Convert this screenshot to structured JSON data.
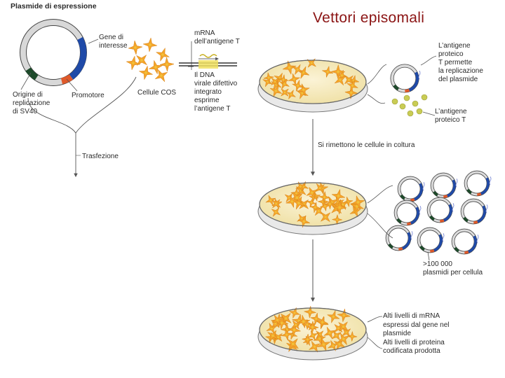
{
  "title": "Vettori episomali",
  "labels": {
    "plasmid_title": "Plasmide di espressione",
    "gene": [
      "Gene di",
      "interesse"
    ],
    "origin": [
      "Origine di",
      "replicazione",
      "di SV40"
    ],
    "promoter": "Promotore",
    "cos_cells": "Cellule COS",
    "mrna": [
      "mRNA",
      "dell’antigene T"
    ],
    "dna": [
      "Il DNA",
      "virale difettivo",
      "integrato",
      "esprime",
      "l’antigene T"
    ],
    "transfection": "Trasfezione",
    "antigen_allows": [
      "L’antigene",
      "proteico",
      "T permette",
      "la replicazione",
      "del plasmide"
    ],
    "antigen_t": [
      "L’antigene",
      "proteico T"
    ],
    "reculture": "Si rimettono le cellule in coltura",
    "plasmids_per_cell": [
      ">100 000",
      "plasmidi per cellula"
    ],
    "high_levels": [
      "Alti livelli di mRNA",
      "espressi dal gene nel",
      "plasmide",
      "Alti livelli di proteina",
      "codificata prodotta"
    ]
  },
  "colors": {
    "title": "#8b1414",
    "gene_segment": "#1f4aa8",
    "promoter_segment": "#e05a2a",
    "origin_segment": "#1d4a2a",
    "cell_fill": "#f4a52a",
    "cell_core": "#f0c23a",
    "dish_fill": "#f6e9b8",
    "antigen_dot": "#c9cc54",
    "line": "#555555"
  },
  "icons": [
    "plasmid-ring",
    "cos-cell",
    "petri-dish",
    "antigen-dot",
    "arrow"
  ]
}
